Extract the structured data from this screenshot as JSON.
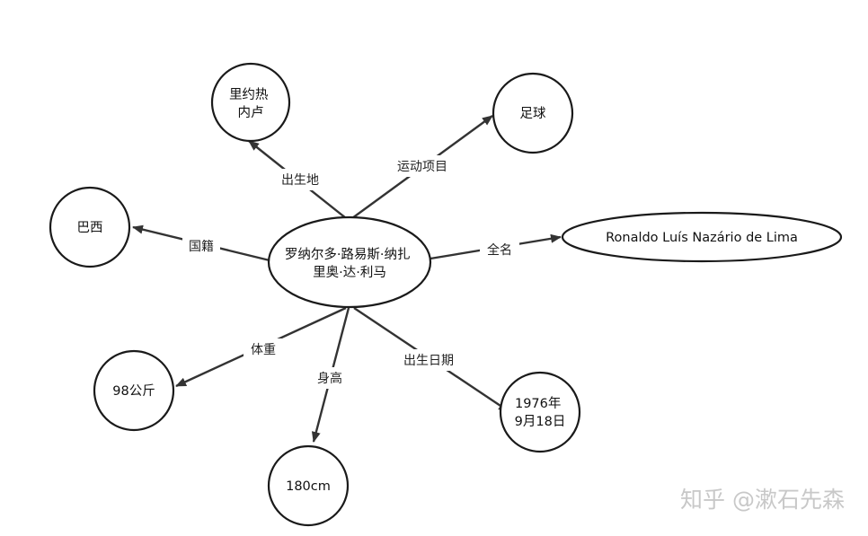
{
  "center": {
    "label_lines": [
      "罗纳尔多·路易斯·纳扎",
      "里奥·达·利马"
    ]
  },
  "nodes": [
    {
      "id": "birthplace",
      "label_lines": [
        "里约热",
        "内卢"
      ]
    },
    {
      "id": "sport",
      "label_lines": [
        "足球"
      ]
    },
    {
      "id": "nationality",
      "label_lines": [
        "巴西"
      ]
    },
    {
      "id": "fullname",
      "label_lines": [
        "Ronaldo Luís Nazário de Lima"
      ]
    },
    {
      "id": "weight",
      "label_lines": [
        "98公斤"
      ]
    },
    {
      "id": "height",
      "label_lines": [
        "180cm"
      ]
    },
    {
      "id": "birthdate",
      "label_lines": [
        "1976年",
        "9月18日"
      ]
    }
  ],
  "edges": [
    {
      "target": "birthplace",
      "label": "出生地"
    },
    {
      "target": "sport",
      "label": "运动项目"
    },
    {
      "target": "nationality",
      "label": "国籍"
    },
    {
      "target": "fullname",
      "label": "全名"
    },
    {
      "target": "weight",
      "label": "体重"
    },
    {
      "target": "height",
      "label": "身高"
    },
    {
      "target": "birthdate",
      "label": "出生日期"
    }
  ],
  "watermark": "知乎 @漱石先森"
}
